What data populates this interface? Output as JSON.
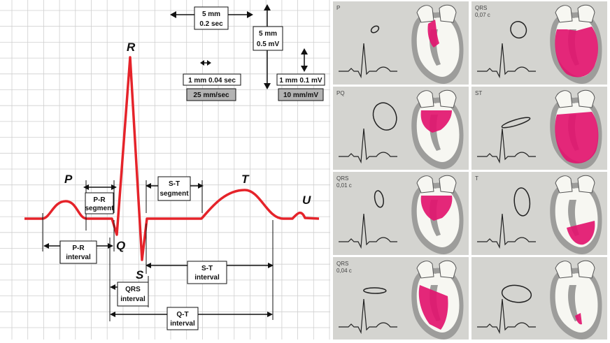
{
  "waves": {
    "p": "P",
    "q": "Q",
    "r": "R",
    "s": "S",
    "t": "T",
    "u": "U"
  },
  "scale": {
    "time_major_1": "5 mm",
    "time_major_2": "0.2 sec",
    "volt_major_1": "5 mm",
    "volt_major_2": "0.5 mV",
    "time_minor": "1 mm 0.04 sec",
    "volt_minor": "1 mm 0.1 mV",
    "speed": "25 mm/sec",
    "gain": "10 mm/mV"
  },
  "intervals": {
    "pr_segment_1": "P-R",
    "pr_segment_2": "segment",
    "st_segment_1": "S-T",
    "st_segment_2": "segment",
    "pr_interval_1": "P-R",
    "pr_interval_2": "interval",
    "qrs_interval_1": "QRS",
    "qrs_interval_2": "interval",
    "st_interval_1": "S-T",
    "st_interval_2": "interval",
    "qt_interval_1": "Q-T",
    "qt_interval_2": "interval"
  },
  "panels": [
    {
      "label_1": "P",
      "label_2": ""
    },
    {
      "label_1": "QRS",
      "label_2": "0,07 c"
    },
    {
      "label_1": "PQ",
      "label_2": ""
    },
    {
      "label_1": "ST",
      "label_2": ""
    },
    {
      "label_1": "QRS",
      "label_2": "0,01 c"
    },
    {
      "label_1": "T",
      "label_2": ""
    },
    {
      "label_1": "QRS",
      "label_2": "0,04 c"
    },
    {
      "label_1": "",
      "label_2": ""
    }
  ],
  "colors": {
    "trace": "#e5232a",
    "grid": "#cfcfcf",
    "heart": "#e2156f",
    "panel_bg": "#d4d4d0",
    "box_gray": "#b3b3b3"
  }
}
